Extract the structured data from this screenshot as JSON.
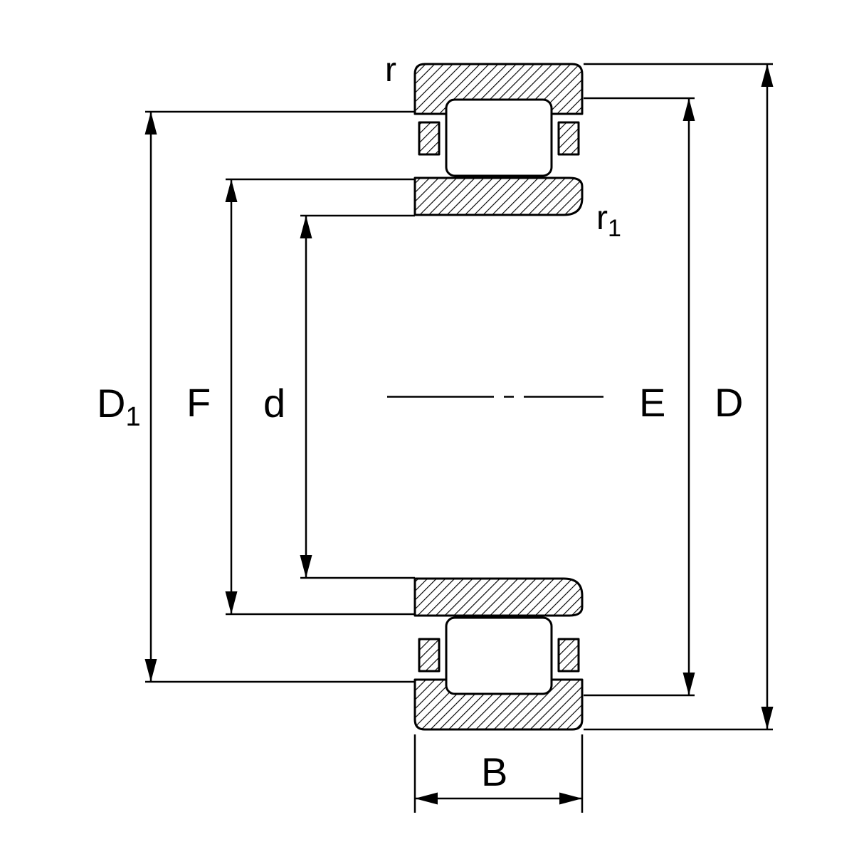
{
  "colors": {
    "ink": "#000000",
    "paper": "#ffffff"
  },
  "labels": {
    "r": "r",
    "r1_base": "r",
    "r1_sub": "1",
    "D1_base": "D",
    "D1_sub": "1",
    "F": "F",
    "d": "d",
    "E": "E",
    "D": "D",
    "B": "B"
  }
}
